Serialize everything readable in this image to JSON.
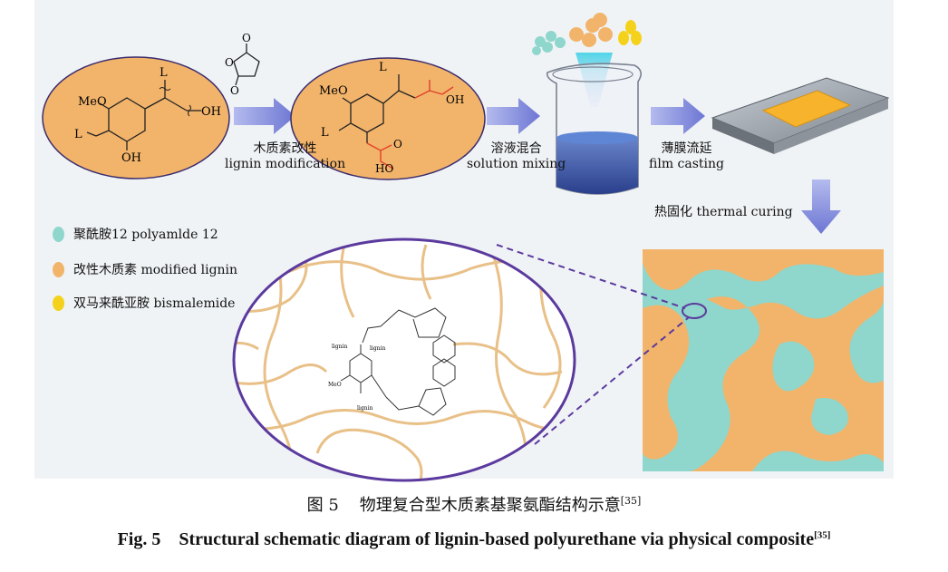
{
  "steps": {
    "modification": {
      "cn": "木质素改性",
      "en": "lignin modification"
    },
    "mixing": {
      "cn": "溶液混合",
      "en": "solution mixing"
    },
    "casting": {
      "cn": "薄膜流延",
      "en": "film casting"
    },
    "curing": "热固化 thermal curing"
  },
  "molecule_left": {
    "L_top": "L",
    "MeO": "MeO",
    "OH_side": "OH",
    "L_bottom": "L",
    "OH_bottom": "OH"
  },
  "molecule_right": {
    "L_top": "L",
    "MeO": "MeO",
    "OH_top": "OH",
    "L_bottom": "L",
    "O_bottom": "O",
    "HO_bottom": "HO"
  },
  "maleic_anhydride": {
    "O_top": "O",
    "O_ring": "O",
    "O_bottom": "O"
  },
  "zoom_labels": {
    "lignin1": "lignin",
    "lignin2": "lignin",
    "lignin3": "lignin",
    "meo": "MeO"
  },
  "legend": [
    {
      "label": "聚酰胺12 polyamlde 12",
      "color": "#8fd6cc"
    },
    {
      "label": "改性木质素 modified lignin",
      "color": "#f2b46b"
    },
    {
      "label": "双马来酰亚胺 bismalemide",
      "color": "#f4d21c"
    }
  ],
  "colors": {
    "lignin": "#f2b46b",
    "polyamide": "#8fd6cc",
    "bismaleimide": "#f4d21c",
    "arrow": "#7d86d8",
    "network": "#e8c088",
    "zoom_border": "#5b3a9e",
    "highlight": "#e0402a"
  },
  "caption_cn": {
    "prefix": "图 5",
    "text": "物理复合型木质素基聚氨酯结构示意",
    "ref": "[35]"
  },
  "caption_en": {
    "prefix": "Fig. 5",
    "text": "Structural schematic diagram of lignin-based polyurethane via physical composite",
    "ref": "[35]"
  }
}
